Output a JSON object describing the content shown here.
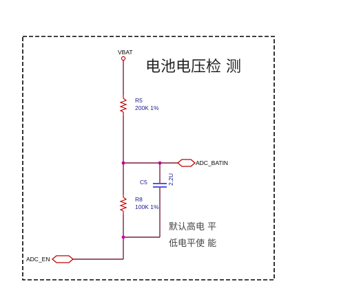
{
  "title": "电池电压检  测",
  "vbat_label": "VBAT",
  "r5": {
    "ref": "R5",
    "value": "200K 1%"
  },
  "r8": {
    "ref": "R8",
    "value": "100K 1%"
  },
  "c5": {
    "ref": "C5",
    "value": "2.2U"
  },
  "net_adc_batin": "ADC_BATIN",
  "net_adc_en": "ADC_EN",
  "note_line1": "默认高电  平",
  "note_line2": "低电平使  能",
  "colors": {
    "wire": "#7a1f3d",
    "component": "#c00000",
    "capacitor": "#1a1adc",
    "junction": "#cc00aa",
    "border": "#000000"
  }
}
